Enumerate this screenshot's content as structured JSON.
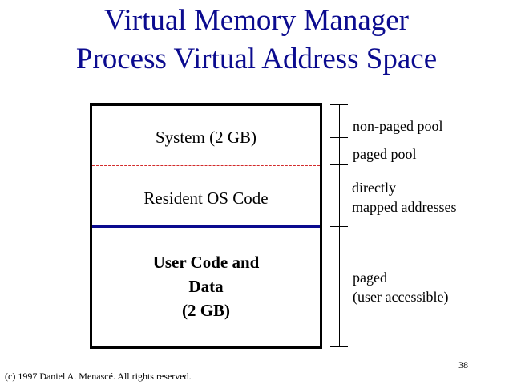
{
  "title": {
    "line1": "Virtual Memory Manager",
    "line2": "Process Virtual Address Space"
  },
  "regions": {
    "system": "System (2 GB)",
    "resident": "Resident OS Code",
    "user_lines": [
      "User Code and",
      "Data",
      "(2 GB)"
    ]
  },
  "annotations": {
    "non_paged_pool": "non-paged pool",
    "paged_pool": "paged pool",
    "directly_lines": [
      "directly",
      "mapped addresses"
    ],
    "paged_lines": [
      "paged",
      "(user accessible)"
    ]
  },
  "footer": {
    "page_number": "38",
    "copyright": "(c) 1997 Daniel A. Menascé. All rights reserved."
  },
  "colors": {
    "title": "#0b0b8f",
    "kernel_boundary": "#0b0b8f",
    "pool_boundary_dashed": "#d22b2b"
  }
}
